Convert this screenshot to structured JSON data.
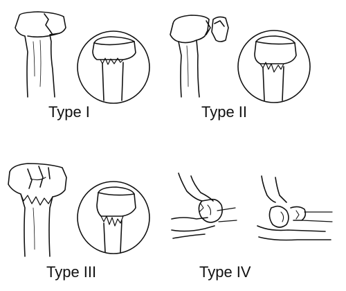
{
  "captions": {
    "type1": "Type I",
    "type2": "Type II",
    "type3": "Type III",
    "type4": "Type IV"
  },
  "colors": {
    "ink": "#111111",
    "paper": "#ffffff"
  }
}
